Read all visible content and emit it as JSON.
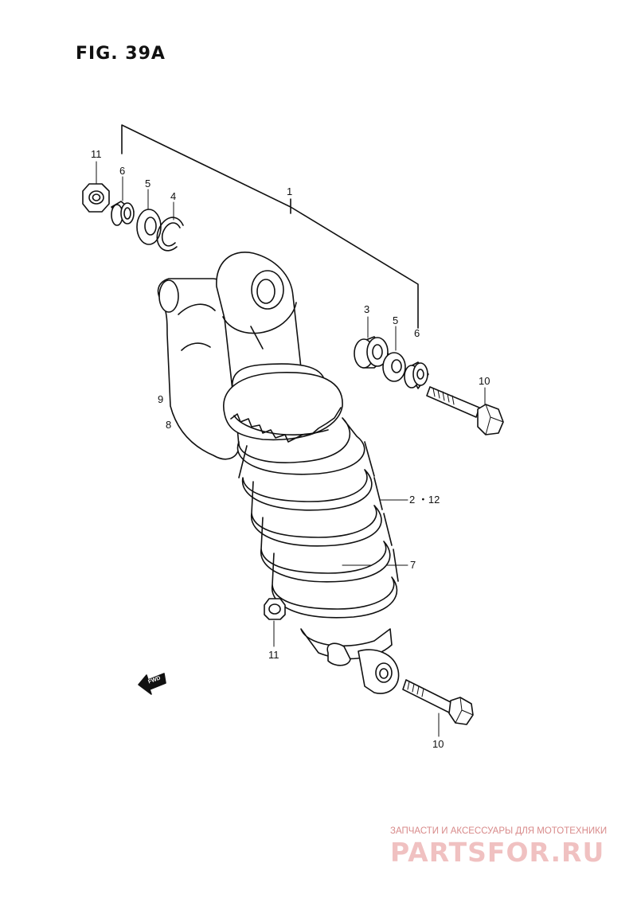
{
  "figure": {
    "title": "FIG. 39A"
  },
  "callouts": [
    {
      "id": "c11a",
      "label": "11"
    },
    {
      "id": "c6a",
      "label": "6"
    },
    {
      "id": "c5a",
      "label": "5"
    },
    {
      "id": "c4",
      "label": "4"
    },
    {
      "id": "c1",
      "label": "1"
    },
    {
      "id": "c3",
      "label": "3"
    },
    {
      "id": "c5b",
      "label": "5"
    },
    {
      "id": "c6b",
      "label": "6"
    },
    {
      "id": "c10a",
      "label": "10"
    },
    {
      "id": "c9",
      "label": "9"
    },
    {
      "id": "c8",
      "label": "8"
    },
    {
      "id": "c2",
      "label": "2 ・12"
    },
    {
      "id": "c7",
      "label": "7"
    },
    {
      "id": "c11b",
      "label": "11"
    },
    {
      "id": "c10b",
      "label": "10"
    }
  ],
  "fwd_arrow": {
    "label": "FWD"
  },
  "watermark": {
    "tagline": "ЗАПЧАСТИ И АКСЕССУАРЫ ДЛЯ МОТОТЕХНИКИ",
    "logo_text": "PARTSFOR.RU",
    "color": "#d9534f"
  }
}
